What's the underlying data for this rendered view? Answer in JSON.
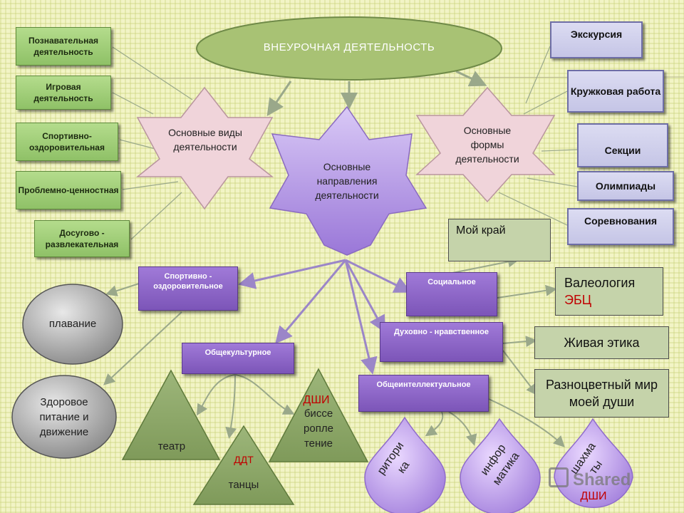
{
  "title": "ВНЕУРОЧНАЯ ДЕЯТЕЛЬНОСТЬ",
  "left_items": [
    "Познавательная деятельность",
    "Игровая деятельность",
    "Спортивно-оздоровительная",
    "Проблемно-ценностная",
    "Досугово - развлекательная"
  ],
  "star_left": "Основные виды деятельности",
  "star_center": "Основные направления деятельности",
  "star_right": "Основные формы деятельности",
  "right_items": [
    "Экскурсия",
    "Кружковая работа",
    "Секции",
    "Олимпиады",
    "Соревнования"
  ],
  "directions": {
    "sport": "Спортивно - оздоровительное",
    "culture": "Общекультурное",
    "social": "Социальное",
    "spiritual": "Духовно - нравственное",
    "intellect": "Общеинтеллектуальное"
  },
  "circles": {
    "swimming": "плавание",
    "health": "Здоровое питание и движение"
  },
  "triangles": {
    "theatre": "театр",
    "ddt": "ДДТ",
    "dance": "танцы",
    "dshi": "ДШИ",
    "weaving": "биссе ропле тение"
  },
  "drops": {
    "rhetoric": "ритори ка",
    "informatics": "инфор матика",
    "chess": "шахма ты",
    "chess_dshi": "ДШИ"
  },
  "sage_boxes": {
    "my_land": "Мой край",
    "valeology": "Валеология",
    "ebts": "ЭБЦ",
    "ethics": "Живая этика",
    "colorful": "Разноцветный мир моей души"
  },
  "watermark": "Shared",
  "colors": {
    "ellipse": "#a8c274",
    "star_pink": "#f0d4da",
    "star_violet": "#a98ae0",
    "purple_box": "#8a62c6",
    "green_box": "#9fcd78",
    "gray_circle": "#9a9a9a",
    "olive_triangle": "#8fa86c",
    "drop_violet": "#b08ee6",
    "sage_box": "#c5d3aa",
    "red_text": "#c00000"
  }
}
